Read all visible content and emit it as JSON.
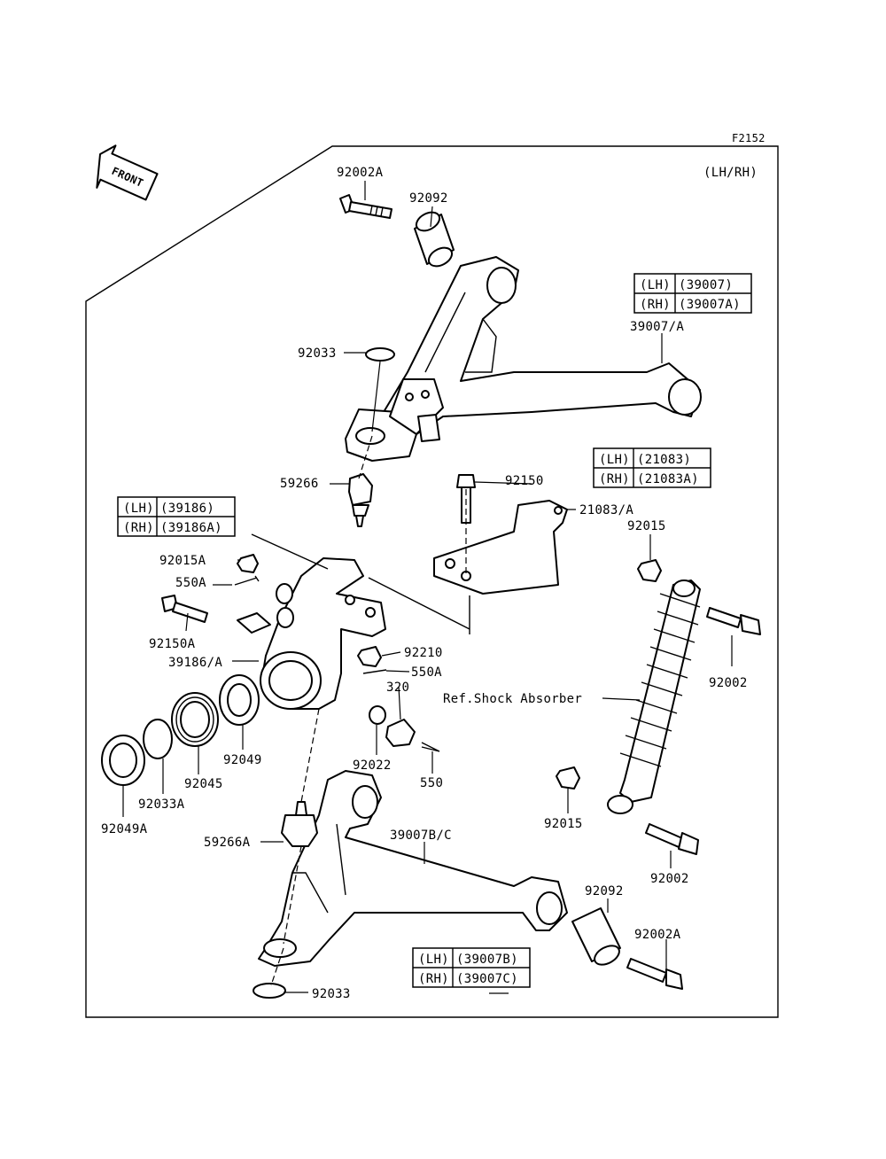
{
  "page": {
    "figure_id": "F2152",
    "side_note": "(LH/RH)",
    "front_arrow": "FRONT"
  },
  "part_labels": {
    "p92002A_top": "92002A",
    "p92092_top": "92092",
    "p92033_top": "92033",
    "p39007A": "39007/A",
    "p59266": "59266",
    "p92150": "92150",
    "p21083A": "21083/A",
    "p92015_top": "92015",
    "p92015A": "92015A",
    "p550A_left": "550A",
    "p92150A": "92150A",
    "p39186A": "39186/A",
    "p92210": "92210",
    "p550A_right": "550A",
    "p320": "320",
    "p92002_right": "92002",
    "ref_shock": "Ref.Shock Absorber",
    "p92049": "92049",
    "p92045": "92045",
    "p92033A": "92033A",
    "p92049A": "92049A",
    "p92022": "92022",
    "p550": "550",
    "p92015_bottom": "92015",
    "p59266A": "59266A",
    "p39007BC": "39007B/C",
    "p92092_bottom": "92092",
    "p92002_bottom": "92002",
    "p92002A_bottom": "92002A",
    "p92033_bottom": "92033"
  },
  "tables": {
    "arm_upper": {
      "rows": [
        {
          "side": "(LH)",
          "part": "(39007)"
        },
        {
          "side": "(RH)",
          "part": "(39007A)"
        }
      ]
    },
    "bracket": {
      "rows": [
        {
          "side": "(LH)",
          "part": "(21083)"
        },
        {
          "side": "(RH)",
          "part": "(21083A)"
        }
      ]
    },
    "knuckle": {
      "rows": [
        {
          "side": "(LH)",
          "part": "(39186)"
        },
        {
          "side": "(RH)",
          "part": "(39186A)"
        }
      ]
    },
    "arm_lower": {
      "rows": [
        {
          "side": "(LH)",
          "part": "(39007B)"
        },
        {
          "side": "(RH)",
          "part": "(39007C)"
        }
      ]
    }
  }
}
